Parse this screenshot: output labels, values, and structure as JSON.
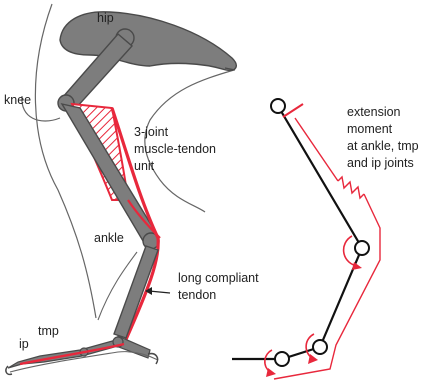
{
  "figure": {
    "colors": {
      "bone": "#7d7d7d",
      "bone_outline": "#4a4a4a",
      "muscle_red": "#e8283c",
      "outline": "#555555",
      "diagram_black": "#111111"
    },
    "left": {
      "labels": {
        "hip": "hip",
        "knee": "knee",
        "ankle": "ankle",
        "tmp": "tmp",
        "ip": "ip",
        "muscle_line1": "3-joint",
        "muscle_line2": "muscle-tendon",
        "muscle_line3": "unit",
        "tendon_line1": "long compliant",
        "tendon_line2": "tendon"
      }
    },
    "right": {
      "labels": {
        "line1": "extension",
        "line2": "moment",
        "line3": "at ankle, tmp",
        "line4": "and ip joints"
      },
      "icons": [
        "spring-icon",
        "moment-arrow-icon"
      ]
    }
  }
}
